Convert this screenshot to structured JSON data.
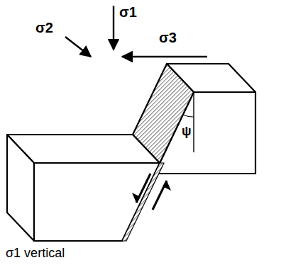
{
  "diagram": {
    "caption": "σ1 vertical",
    "labels": [
      "σ1",
      "σ2",
      "σ3",
      "ψ"
    ]
  }
}
